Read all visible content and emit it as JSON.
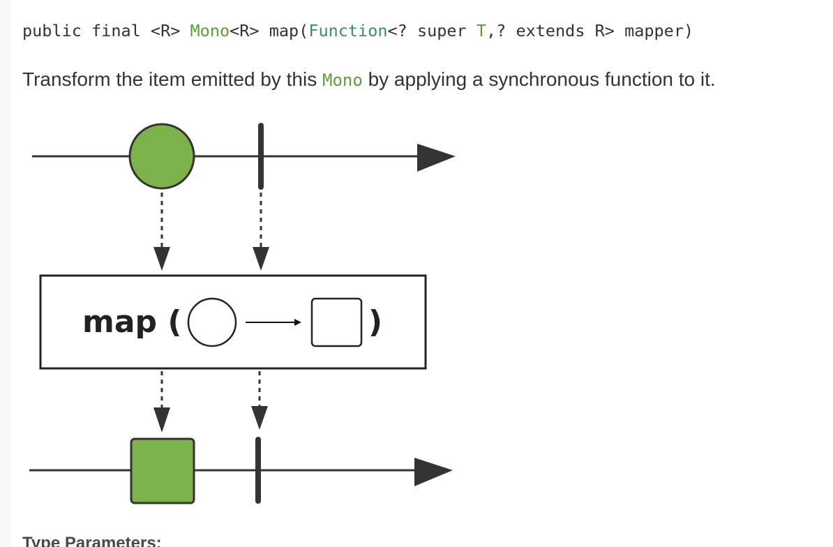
{
  "signature": {
    "prefix": "public final <R> ",
    "return_type": "Mono",
    "middle": "<R> map(",
    "param_type": "Function",
    "generic_open": "<? super ",
    "type_var": "T",
    "generic_rest": ",? extends R> mapper)"
  },
  "description": {
    "before": "Transform the item emitted by this ",
    "link": "Mono",
    "after": " by applying a synchronous function to it."
  },
  "diagram": {
    "operator_label": "map (",
    "operator_close": ")",
    "colors": {
      "item_fill": "#7cb24a",
      "stroke": "#333333",
      "box_stroke": "#222222"
    }
  },
  "next_section": {
    "heading": "Type Parameters:"
  }
}
